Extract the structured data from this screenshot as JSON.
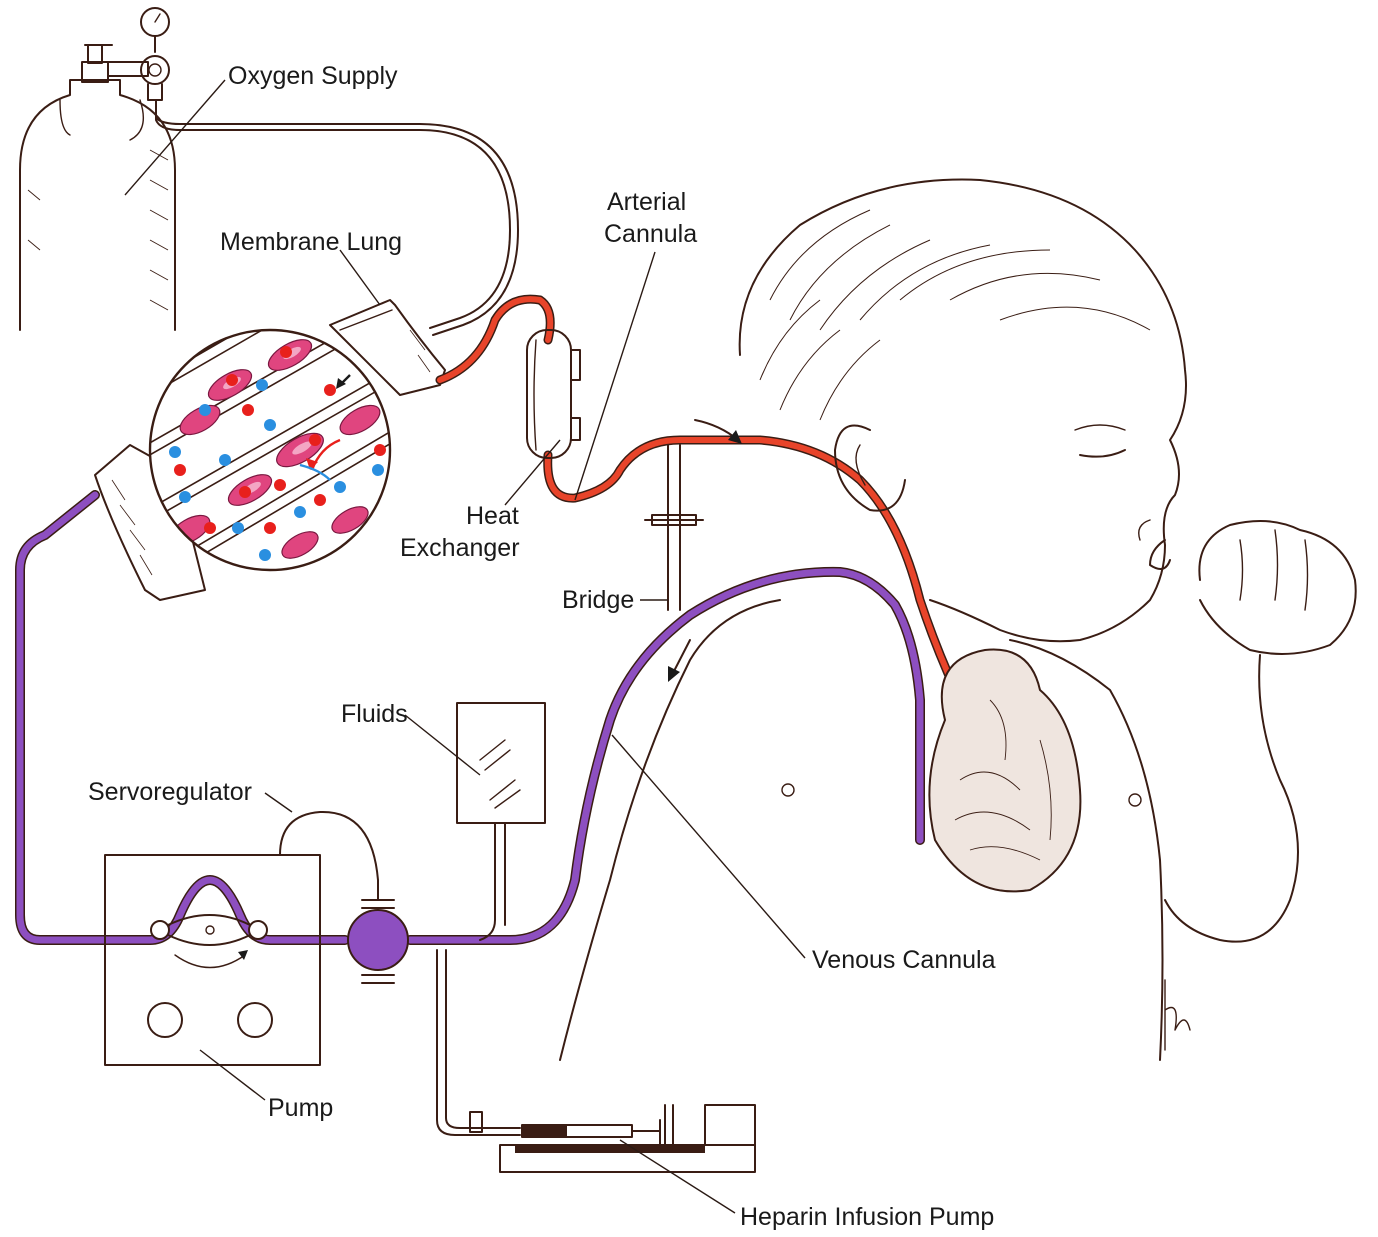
{
  "labels": {
    "oxygen_supply": "Oxygen Supply",
    "membrane_lung": "Membrane Lung",
    "arterial_cannula_1": "Arterial",
    "arterial_cannula_2": "Cannula",
    "heat_exchanger_1": "Heat",
    "heat_exchanger_2": "Exchanger",
    "bridge": "Bridge",
    "fluids": "Fluids",
    "servoregulator": "Servoregulator",
    "venous_cannula": "Venous Cannula",
    "pump": "Pump",
    "heparin_infusion_pump": "Heparin Infusion Pump"
  },
  "colors": {
    "arterial_line": "#e8442a",
    "venous_line": "#8d4fc0",
    "ink": "#3a1d14",
    "red_blood_cell": "#e0457f",
    "oxygen_dot": "#e8201c",
    "co2_dot": "#2a8fe0"
  }
}
